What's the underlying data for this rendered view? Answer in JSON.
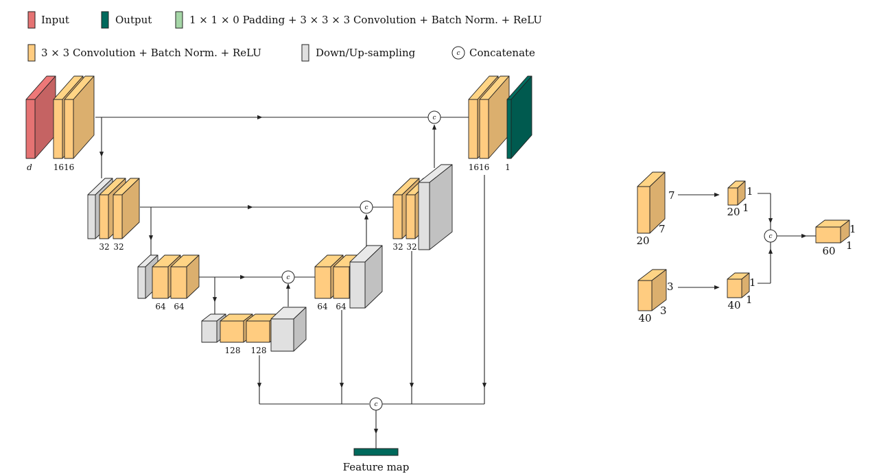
{
  "legend": {
    "input": "Input",
    "output": "Output",
    "pad_conv": "1 × 1 × 0 Padding + 3 × 3 × 3 Convolution + Batch Norm. + ReLU",
    "conv": "3 × 3 Convolution + Batch Norm. + ReLU",
    "sampling": "Down/Up-sampling",
    "concat_symbol": "c",
    "concat": "Concatenate"
  },
  "unet": {
    "input_label": "d",
    "enc1_label": "1616",
    "enc2_labels": [
      "32",
      "32"
    ],
    "enc3_labels": [
      "64",
      "64"
    ],
    "bottleneck_labels": [
      "128",
      "128"
    ],
    "dec3_labels": [
      "64",
      "64"
    ],
    "dec2_labels": [
      "32",
      "32"
    ],
    "dec1_label": "1616",
    "output_label": "1",
    "feature_map_label": "Feature map"
  },
  "side": {
    "top_in": {
      "d1": "7",
      "d2": "7",
      "d3": "20"
    },
    "top_out": {
      "d1": "1",
      "d2": "1",
      "d3": "20"
    },
    "bottom_in": {
      "d1": "3",
      "d2": "3",
      "d3": "40"
    },
    "bottom_out": {
      "d1": "1",
      "d2": "1",
      "d3": "40"
    },
    "result": {
      "d1": "1",
      "d2": "1",
      "d3": "60"
    }
  },
  "colors": {
    "input": "#e57373",
    "output": "#00695c",
    "pad_conv": "#a5d6a7",
    "conv": "#ffcc80",
    "sampling": "#e0e0e0",
    "stroke": "#222222"
  }
}
